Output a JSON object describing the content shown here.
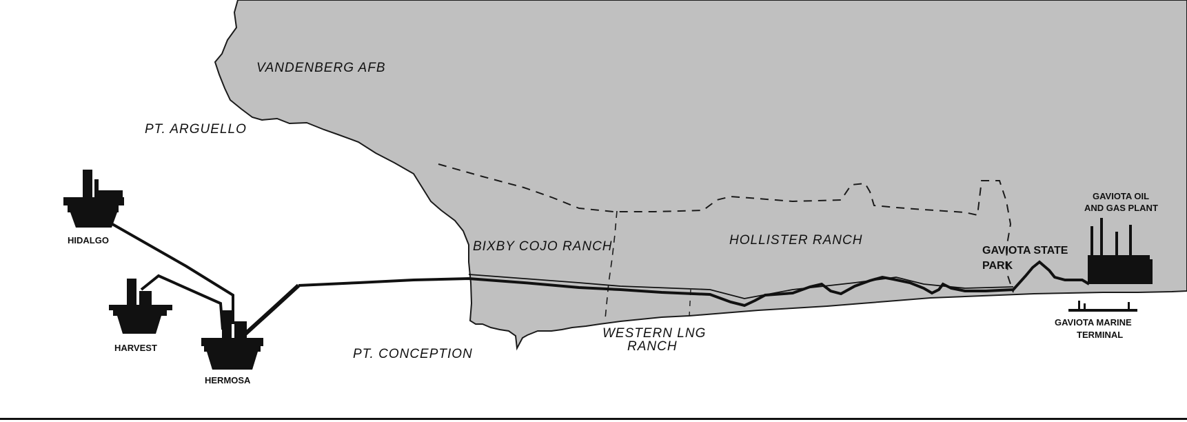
{
  "map": {
    "colors": {
      "land": "#c0c0c0",
      "ocean": "#ffffff",
      "coastline": "#1a1a1a",
      "pipeline": "#111111",
      "boundary": "#1a1a1a"
    },
    "places": {
      "vandenberg": "VANDENBERG AFB",
      "arguello": "PT. ARGUELLO",
      "conception": "PT. CONCEPTION",
      "bixby": "BIXBY COJO RANCH",
      "hollister": "HOLLISTER RANCH",
      "western_line1": "WESTERN LNG",
      "western_line2": "RANCH",
      "gaviota_park_line1": "GAVIOTA STATE",
      "gaviota_park_line2": "PARK"
    },
    "facilities": {
      "hidalgo": "HIDALGO",
      "harvest": "HARVEST",
      "hermosa": "HERMOSA",
      "plant_line1": "GAVIOTA OIL",
      "plant_line2": "AND GAS PLANT",
      "terminal_line1": "GAVIOTA MARINE",
      "terminal_line2": "TERMINAL"
    },
    "icons": {
      "platform": "offshore-platform-icon",
      "plant": "gas-plant-icon",
      "terminal": "marine-terminal-icon"
    }
  }
}
